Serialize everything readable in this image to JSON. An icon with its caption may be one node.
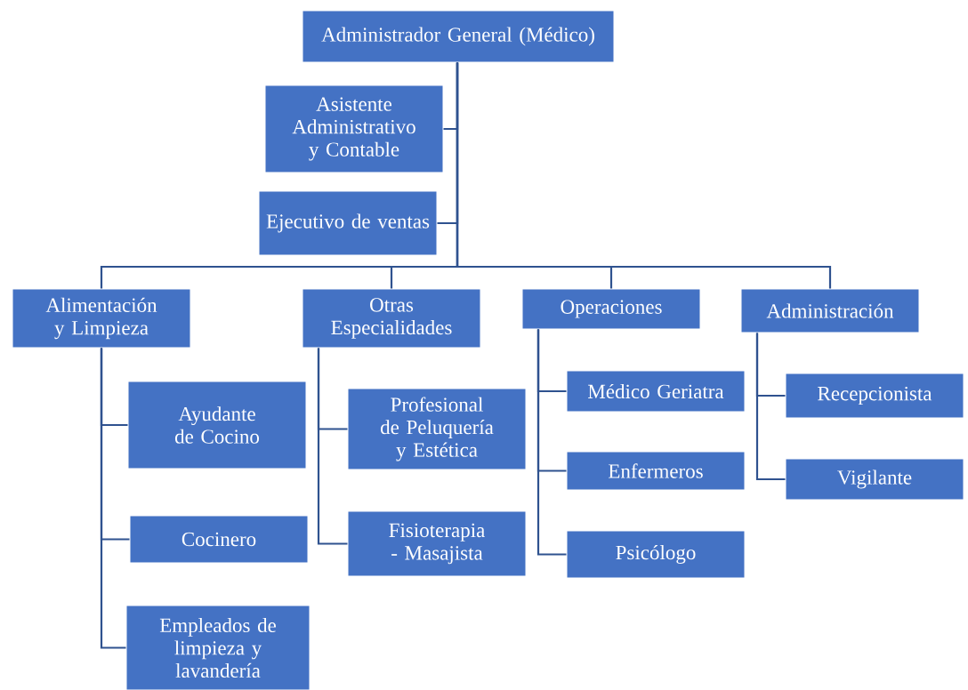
{
  "diagram": {
    "nodes": [
      {
        "text": [
          "Administrador General (Médico)"
        ]
      },
      {
        "text": [
          "Asistente Administrativo y Contable"
        ]
      },
      {
        "text": [
          "Ejecutivo de ventas"
        ]
      },
      {
        "text": [
          "Alimentación y Limpieza"
        ]
      },
      {
        "text": [
          "Otras Especialidades"
        ]
      },
      {
        "text": [
          "Operaciones"
        ]
      },
      {
        "text": [
          "Administración"
        ]
      },
      {
        "text": [
          "Ayudante de Cocino"
        ]
      },
      {
        "text": [
          "Cocinero"
        ]
      },
      {
        "text": [
          "Empleados de limpieza y lavandería"
        ]
      },
      {
        "text": [
          "Profesional de Peluquería y Estética"
        ]
      },
      {
        "text": [
          "Fisioterapia - Masajista"
        ]
      },
      {
        "text": [
          "Médico Geriatra"
        ]
      },
      {
        "text": [
          "Enfermeros"
        ]
      },
      {
        "text": [
          "Psicólogo"
        ]
      },
      {
        "text": [
          "Recepcionista"
        ]
      },
      {
        "text": [
          "Vigilante"
        ]
      }
    ],
    "edges": [
      {
        "from": 0,
        "to": 1,
        "arrow": "none"
      },
      {
        "from": 0,
        "to": 2,
        "arrow": "none"
      },
      {
        "from": 0,
        "to": 3,
        "arrow": "none"
      },
      {
        "from": 0,
        "to": 4,
        "arrow": "none"
      },
      {
        "from": 0,
        "to": 5,
        "arrow": "none"
      },
      {
        "from": 0,
        "to": 6,
        "arrow": "none"
      },
      {
        "from": 3,
        "to": 7,
        "arrow": "none"
      },
      {
        "from": 3,
        "to": 8,
        "arrow": "none"
      },
      {
        "from": 3,
        "to": 9,
        "arrow": "none"
      },
      {
        "from": 4,
        "to": 10,
        "arrow": "none"
      },
      {
        "from": 4,
        "to": 11,
        "arrow": "none"
      },
      {
        "from": 5,
        "to": 12,
        "arrow": "none"
      },
      {
        "from": 5,
        "to": 13,
        "arrow": "none"
      },
      {
        "from": 5,
        "to": 14,
        "arrow": "none"
      },
      {
        "from": 6,
        "to": 15,
        "arrow": "none"
      },
      {
        "from": 6,
        "to": 16,
        "arrow": "none"
      }
    ]
  }
}
